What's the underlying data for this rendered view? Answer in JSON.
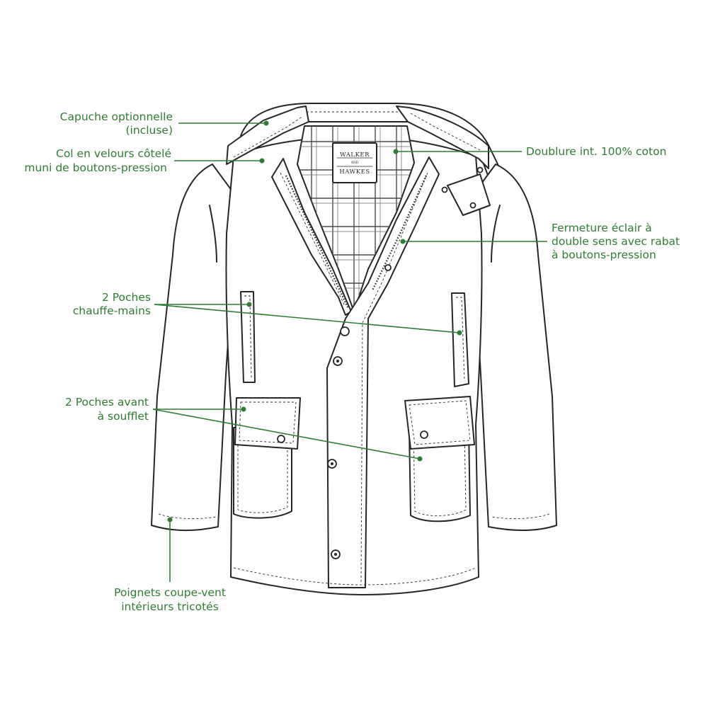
{
  "callouts": {
    "hood": {
      "line1": "Capuche optionnelle",
      "line2": "(incluse)"
    },
    "collar": {
      "line1": "Col en velours côtelé",
      "line2": "muni de boutons-pression"
    },
    "lining": {
      "line1": "Doublure int. 100% coton"
    },
    "zip": {
      "line1": "Fermeture éclair à",
      "line2": "double sens avec rabat",
      "line3": "à boutons-pression"
    },
    "handwarmers": {
      "line1": "2 Poches",
      "line2": "chauffe-mains"
    },
    "front_pockets": {
      "line1": "2 Poches avant",
      "line2": "à soufflet"
    },
    "cuffs": {
      "line1": "Poignets coupe-vent",
      "line2": "intérieurs tricotés"
    }
  },
  "brand_tag": {
    "line1": "WALKER",
    "line2": "AND",
    "line3": "HAWKES"
  },
  "colors": {
    "callout": "#2e7d32",
    "ink": "#262626",
    "background": "#ffffff"
  }
}
